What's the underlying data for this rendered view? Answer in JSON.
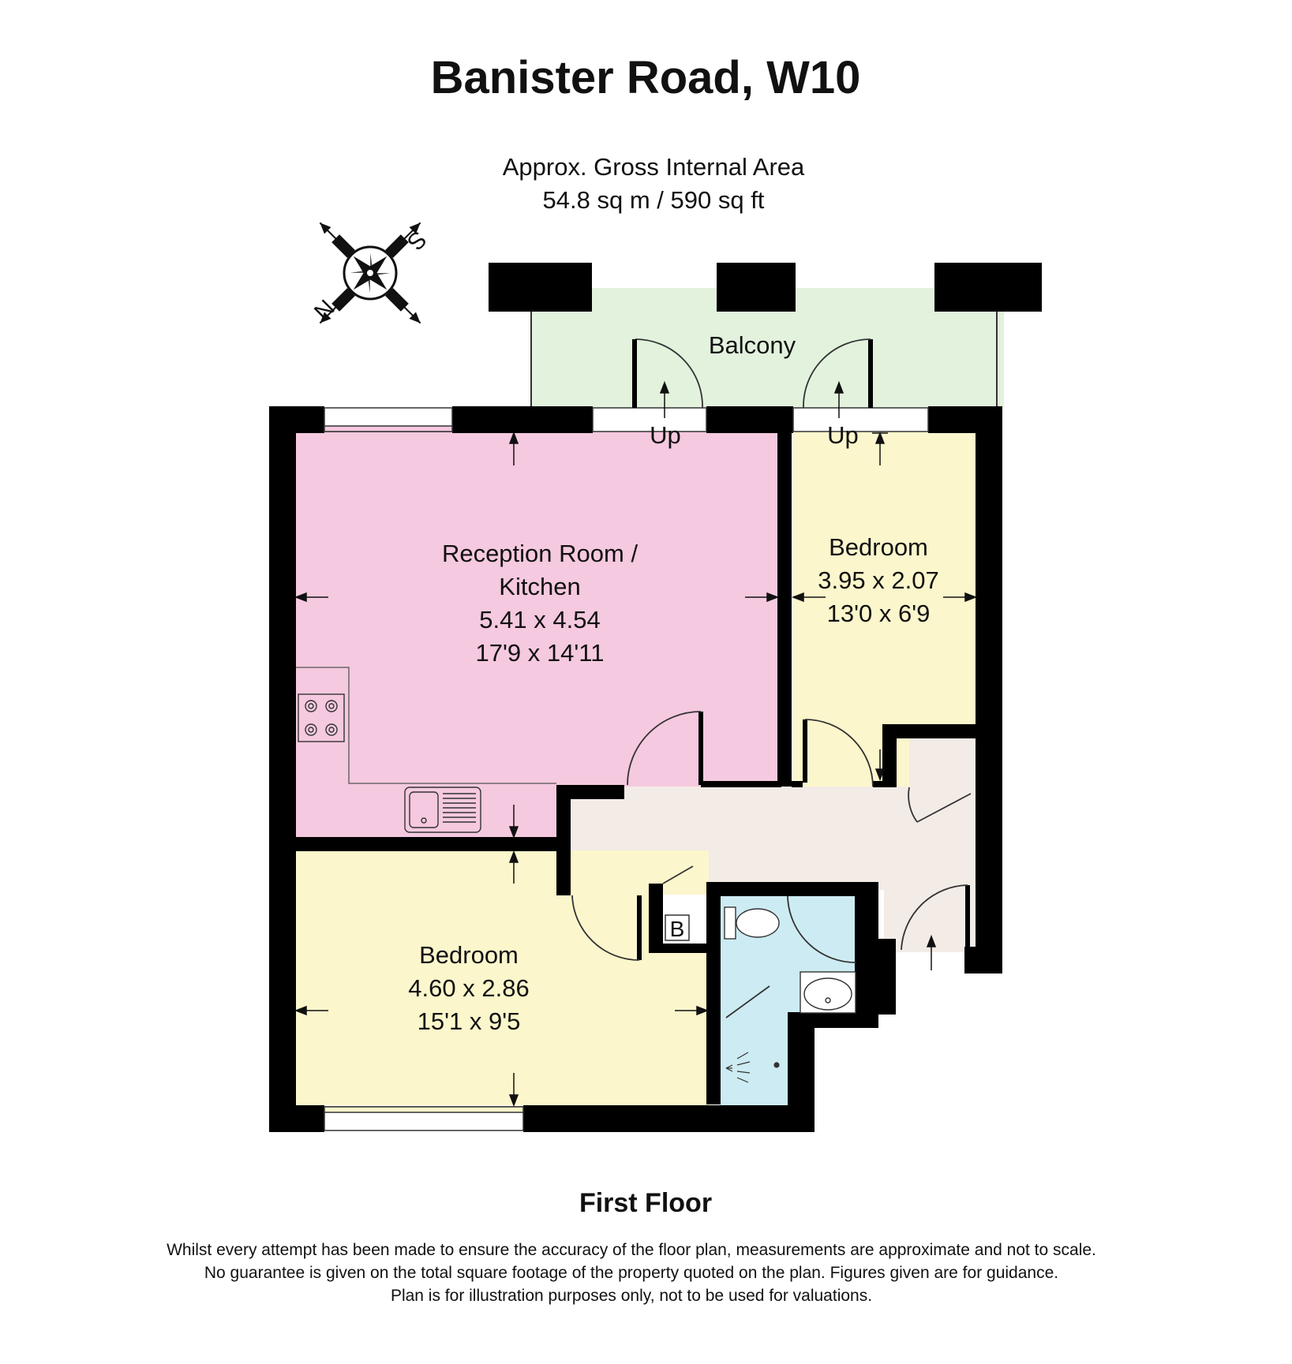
{
  "title": "Banister Road, W10",
  "gross_area": {
    "label": "Approx. Gross Internal Area",
    "value": "54.8 sq m / 590 sq ft"
  },
  "compass": {
    "letter_n": "N",
    "letter_s": "S"
  },
  "rooms": {
    "balcony": {
      "name": "Balcony"
    },
    "reception": {
      "name_line1": "Reception Room /",
      "name_line2": "Kitchen",
      "metric": "5.41 x 4.54",
      "imperial": "17'9 x 14'11"
    },
    "bedroom_right": {
      "name": "Bedroom",
      "metric": "3.95 x 2.07",
      "imperial": "13'0 x 6'9"
    },
    "bedroom_bottom": {
      "name": "Bedroom",
      "metric": "4.60 x 2.86",
      "imperial": "15'1 x 9'5"
    },
    "boiler": {
      "label": "B"
    }
  },
  "stairs": {
    "up_left": "Up",
    "up_right": "Up"
  },
  "floor_label": "First Floor",
  "disclaimer": [
    "Whilst every attempt has been made to ensure the accuracy of the floor plan, measurements are approximate and not to scale.",
    "No guarantee is given on the total square footage of the property quoted on the plan. Figures given are for guidance.",
    "Plan is for illustration purposes only, not to be used for valuations."
  ],
  "colors": {
    "reception": "#f5c9df",
    "bedroom": "#fcf6cc",
    "balcony": "#e2f2dd",
    "hallway": "#f3ebe6",
    "bathroom": "#cdebf2",
    "wall": "#000000"
  }
}
